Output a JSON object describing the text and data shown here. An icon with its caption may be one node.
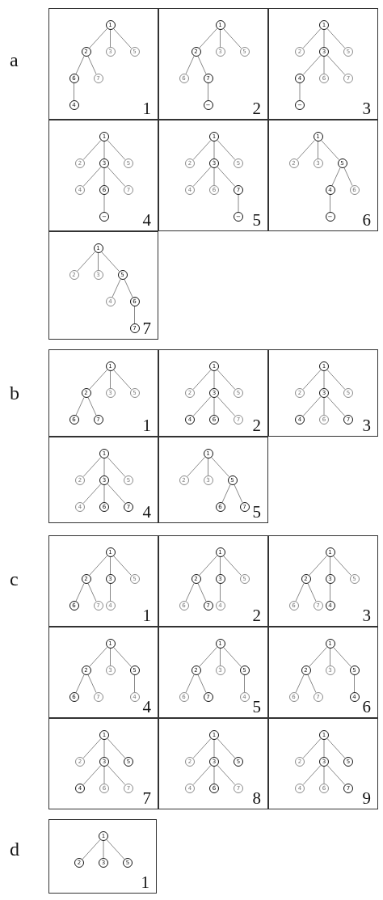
{
  "diagram": {
    "nodes": [
      {
        "text": [
          "1"
        ]
      },
      {
        "text": [
          "1"
        ],
        "in": 0
      },
      {
        "text": [
          "2"
        ],
        "in": 0
      },
      {
        "text": [
          "3"
        ],
        "in": 0
      },
      {
        "text": [
          "5"
        ],
        "in": 0
      },
      {
        "text": [
          "6"
        ],
        "in": 0
      },
      {
        "text": [
          "7"
        ],
        "in": 0
      },
      {
        "text": [
          "4"
        ],
        "in": 0
      },
      {
        "text": [
          "2"
        ]
      },
      {
        "text": [
          "1"
        ],
        "in": 8
      },
      {
        "text": [
          "2"
        ],
        "in": 8
      },
      {
        "text": [
          "3"
        ],
        "in": 8
      },
      {
        "text": [
          "5"
        ],
        "in": 8
      },
      {
        "text": [
          "6"
        ],
        "in": 8
      },
      {
        "text": [
          "7"
        ],
        "in": 8
      },
      {
        "text": [
          "−"
        ],
        "in": 8
      },
      {
        "text": [
          "3"
        ]
      },
      {
        "text": [
          "1"
        ],
        "in": 16
      },
      {
        "text": [
          "2"
        ],
        "in": 16
      },
      {
        "text": [
          "3"
        ],
        "in": 16
      },
      {
        "text": [
          "5"
        ],
        "in": 16
      },
      {
        "text": [
          "4"
        ],
        "in": 16
      },
      {
        "text": [
          "6"
        ],
        "in": 16
      },
      {
        "text": [
          "7"
        ],
        "in": 16
      },
      {
        "text": [
          "−"
        ],
        "in": 16
      },
      {
        "text": [
          "4"
        ]
      },
      {
        "text": [
          "1"
        ],
        "in": 25
      },
      {
        "text": [
          "2"
        ],
        "in": 25
      },
      {
        "text": [
          "3"
        ],
        "in": 25
      },
      {
        "text": [
          "5"
        ],
        "in": 25
      },
      {
        "text": [
          "4"
        ],
        "in": 25
      },
      {
        "text": [
          "6"
        ],
        "in": 25
      },
      {
        "text": [
          "7"
        ],
        "in": 25
      },
      {
        "text": [
          "−"
        ],
        "in": 25
      },
      {
        "text": [
          "5"
        ]
      },
      {
        "text": [
          "1"
        ],
        "in": 34
      },
      {
        "text": [
          "2"
        ],
        "in": 34
      },
      {
        "text": [
          "3"
        ],
        "in": 34
      },
      {
        "text": [
          "5"
        ],
        "in": 34
      },
      {
        "text": [
          "4"
        ],
        "in": 34
      },
      {
        "text": [
          "6"
        ],
        "in": 34
      },
      {
        "text": [
          "7"
        ],
        "in": 34
      },
      {
        "text": [
          "−"
        ],
        "in": 34
      },
      {
        "text": [
          "6"
        ]
      },
      {
        "text": [
          "1"
        ],
        "in": 43
      },
      {
        "text": [
          "2"
        ],
        "in": 43
      },
      {
        "text": [
          "3"
        ],
        "in": 43
      },
      {
        "text": [
          "5"
        ],
        "in": 43
      },
      {
        "text": [
          "4"
        ],
        "in": 43
      },
      {
        "text": [
          "6"
        ],
        "in": 43
      },
      {
        "text": [
          "−"
        ],
        "in": 43
      },
      {
        "text": [
          "7"
        ]
      },
      {
        "text": [
          "1"
        ],
        "in": 51
      },
      {
        "text": [
          "2"
        ],
        "in": 51
      },
      {
        "text": [
          "3"
        ],
        "in": 51
      },
      {
        "text": [
          "5"
        ],
        "in": 51
      },
      {
        "text": [
          "4"
        ],
        "in": 51
      },
      {
        "text": [
          "6"
        ],
        "in": 51
      },
      {
        "text": [
          "7"
        ],
        "in": 51
      },
      {
        "text": [
          "1"
        ]
      },
      {
        "text": [
          "1"
        ],
        "in": 59
      },
      {
        "text": [
          "2"
        ],
        "in": 59
      },
      {
        "text": [
          "3"
        ],
        "in": 59
      },
      {
        "text": [
          "5"
        ],
        "in": 59
      },
      {
        "text": [
          "6"
        ],
        "in": 59
      },
      {
        "text": [
          "7"
        ],
        "in": 59
      },
      {
        "text": [
          "2"
        ]
      },
      {
        "text": [
          "1"
        ],
        "in": 66
      },
      {
        "text": [
          "2"
        ],
        "in": 66
      },
      {
        "text": [
          "3"
        ],
        "in": 66
      },
      {
        "text": [
          "5"
        ],
        "in": 66
      },
      {
        "text": [
          "4"
        ],
        "in": 66
      },
      {
        "text": [
          "6"
        ],
        "in": 66
      },
      {
        "text": [
          "7"
        ],
        "in": 66
      },
      {
        "text": [
          "3"
        ]
      },
      {
        "text": [
          "1"
        ],
        "in": 74
      },
      {
        "text": [
          "2"
        ],
        "in": 74
      },
      {
        "text": [
          "3"
        ],
        "in": 74
      },
      {
        "text": [
          "5"
        ],
        "in": 74
      },
      {
        "text": [
          "4"
        ],
        "in": 74
      },
      {
        "text": [
          "6"
        ],
        "in": 74
      },
      {
        "text": [
          "7"
        ],
        "in": 74
      },
      {
        "text": [
          "4"
        ]
      },
      {
        "text": [
          "1"
        ],
        "in": 82
      },
      {
        "text": [
          "2"
        ],
        "in": 82
      },
      {
        "text": [
          "3"
        ],
        "in": 82
      },
      {
        "text": [
          "5"
        ],
        "in": 82
      },
      {
        "text": [
          "4"
        ],
        "in": 82
      },
      {
        "text": [
          "6"
        ],
        "in": 82
      },
      {
        "text": [
          "7"
        ],
        "in": 82
      },
      {
        "text": [
          "5"
        ]
      },
      {
        "text": [
          "1"
        ],
        "in": 90
      },
      {
        "text": [
          "2"
        ],
        "in": 90
      },
      {
        "text": [
          "3"
        ],
        "in": 90
      },
      {
        "text": [
          "5"
        ],
        "in": 90
      },
      {
        "text": [
          "6"
        ],
        "in": 90
      },
      {
        "text": [
          "7"
        ],
        "in": 90
      },
      {
        "text": [
          "1"
        ]
      },
      {
        "text": [
          "1"
        ],
        "in": 97
      },
      {
        "text": [
          "2"
        ],
        "in": 97
      },
      {
        "text": [
          "3"
        ],
        "in": 97
      },
      {
        "text": [
          "5"
        ],
        "in": 97
      },
      {
        "text": [
          "6"
        ],
        "in": 97
      },
      {
        "text": [
          "7"
        ],
        "in": 97
      },
      {
        "text": [
          "4"
        ],
        "in": 97
      },
      {
        "text": [
          "2"
        ]
      },
      {
        "text": [
          "1"
        ],
        "in": 105
      },
      {
        "text": [
          "2"
        ],
        "in": 105
      },
      {
        "text": [
          "3"
        ],
        "in": 105
      },
      {
        "text": [
          "5"
        ],
        "in": 105
      },
      {
        "text": [
          "6"
        ],
        "in": 105
      },
      {
        "text": [
          "7"
        ],
        "in": 105
      },
      {
        "text": [
          "4"
        ],
        "in": 105
      },
      {
        "text": [
          "3"
        ]
      },
      {
        "text": [
          "1"
        ],
        "in": 113
      },
      {
        "text": [
          "2"
        ],
        "in": 113
      },
      {
        "text": [
          "3"
        ],
        "in": 113
      },
      {
        "text": [
          "5"
        ],
        "in": 113
      },
      {
        "text": [
          "6"
        ],
        "in": 113
      },
      {
        "text": [
          "7"
        ],
        "in": 113
      },
      {
        "text": [
          "4"
        ],
        "in": 113
      },
      {
        "text": [
          "4"
        ]
      },
      {
        "text": [
          "1"
        ],
        "in": 121
      },
      {
        "text": [
          "2"
        ],
        "in": 121
      },
      {
        "text": [
          "3"
        ],
        "in": 121
      },
      {
        "text": [
          "5"
        ],
        "in": 121
      },
      {
        "text": [
          "6"
        ],
        "in": 121
      },
      {
        "text": [
          "7"
        ],
        "in": 121
      },
      {
        "text": [
          "4"
        ],
        "in": 121
      },
      {
        "text": [
          "5"
        ]
      },
      {
        "text": [
          "1"
        ],
        "in": 129
      },
      {
        "text": [
          "2"
        ],
        "in": 129
      },
      {
        "text": [
          "3"
        ],
        "in": 129
      },
      {
        "text": [
          "5"
        ],
        "in": 129
      },
      {
        "text": [
          "6"
        ],
        "in": 129
      },
      {
        "text": [
          "7"
        ],
        "in": 129
      },
      {
        "text": [
          "4"
        ],
        "in": 129
      },
      {
        "text": [
          "6"
        ]
      },
      {
        "text": [
          "1"
        ],
        "in": 137
      },
      {
        "text": [
          "2"
        ],
        "in": 137
      },
      {
        "text": [
          "3"
        ],
        "in": 137
      },
      {
        "text": [
          "5"
        ],
        "in": 137
      },
      {
        "text": [
          "6"
        ],
        "in": 137
      },
      {
        "text": [
          "7"
        ],
        "in": 137
      },
      {
        "text": [
          "4"
        ],
        "in": 137
      },
      {
        "text": [
          "7"
        ]
      },
      {
        "text": [
          "1"
        ],
        "in": 145
      },
      {
        "text": [
          "2"
        ],
        "in": 145
      },
      {
        "text": [
          "3"
        ],
        "in": 145
      },
      {
        "text": [
          "5"
        ],
        "in": 145
      },
      {
        "text": [
          "4"
        ],
        "in": 145
      },
      {
        "text": [
          "6"
        ],
        "in": 145
      },
      {
        "text": [
          "7"
        ],
        "in": 145
      },
      {
        "text": [
          "8"
        ]
      },
      {
        "text": [
          "1"
        ],
        "in": 153
      },
      {
        "text": [
          "2"
        ],
        "in": 153
      },
      {
        "text": [
          "3"
        ],
        "in": 153
      },
      {
        "text": [
          "5"
        ],
        "in": 153
      },
      {
        "text": [
          "4"
        ],
        "in": 153
      },
      {
        "text": [
          "6"
        ],
        "in": 153
      },
      {
        "text": [
          "7"
        ],
        "in": 153
      },
      {
        "text": [
          "9"
        ]
      },
      {
        "text": [
          "1"
        ],
        "in": 161
      },
      {
        "text": [
          "2"
        ],
        "in": 161
      },
      {
        "text": [
          "3"
        ],
        "in": 161
      },
      {
        "text": [
          "5"
        ],
        "in": 161
      },
      {
        "text": [
          "4"
        ],
        "in": 161
      },
      {
        "text": [
          "6"
        ],
        "in": 161
      },
      {
        "text": [
          "7"
        ],
        "in": 161
      },
      {
        "text": [
          "1"
        ]
      },
      {
        "text": [
          "1"
        ],
        "in": 169
      },
      {
        "text": [
          "2"
        ],
        "in": 169
      },
      {
        "text": [
          "3"
        ],
        "in": 169
      },
      {
        "text": [
          "5"
        ],
        "in": 169
      }
    ],
    "edges": [
      {
        "from": 1,
        "to": 2,
        "arrow": "none"
      },
      {
        "from": 1,
        "to": 3,
        "arrow": "none"
      },
      {
        "from": 1,
        "to": 4,
        "arrow": "none"
      },
      {
        "from": 2,
        "to": 5,
        "arrow": "none"
      },
      {
        "from": 2,
        "to": 6,
        "arrow": "none"
      },
      {
        "from": 5,
        "to": 7,
        "arrow": "none"
      },
      {
        "from": 9,
        "to": 10,
        "arrow": "none"
      },
      {
        "from": 9,
        "to": 11,
        "arrow": "none"
      },
      {
        "from": 9,
        "to": 12,
        "arrow": "none"
      },
      {
        "from": 10,
        "to": 13,
        "arrow": "none"
      },
      {
        "from": 10,
        "to": 14,
        "arrow": "none"
      },
      {
        "from": 14,
        "to": 15,
        "arrow": "none"
      },
      {
        "from": 17,
        "to": 18,
        "arrow": "none"
      },
      {
        "from": 17,
        "to": 19,
        "arrow": "none"
      },
      {
        "from": 17,
        "to": 20,
        "arrow": "none"
      },
      {
        "from": 19,
        "to": 21,
        "arrow": "none"
      },
      {
        "from": 19,
        "to": 22,
        "arrow": "none"
      },
      {
        "from": 19,
        "to": 23,
        "arrow": "none"
      },
      {
        "from": 21,
        "to": 24,
        "arrow": "none"
      },
      {
        "from": 26,
        "to": 27,
        "arrow": "none"
      },
      {
        "from": 26,
        "to": 28,
        "arrow": "none"
      },
      {
        "from": 26,
        "to": 29,
        "arrow": "none"
      },
      {
        "from": 28,
        "to": 30,
        "arrow": "none"
      },
      {
        "from": 28,
        "to": 31,
        "arrow": "none"
      },
      {
        "from": 28,
        "to": 32,
        "arrow": "none"
      },
      {
        "from": 31,
        "to": 33,
        "arrow": "none"
      },
      {
        "from": 35,
        "to": 36,
        "arrow": "none"
      },
      {
        "from": 35,
        "to": 37,
        "arrow": "none"
      },
      {
        "from": 35,
        "to": 38,
        "arrow": "none"
      },
      {
        "from": 37,
        "to": 39,
        "arrow": "none"
      },
      {
        "from": 37,
        "to": 40,
        "arrow": "none"
      },
      {
        "from": 37,
        "to": 41,
        "arrow": "none"
      },
      {
        "from": 41,
        "to": 42,
        "arrow": "none"
      },
      {
        "from": 44,
        "to": 45,
        "arrow": "none"
      },
      {
        "from": 44,
        "to": 46,
        "arrow": "none"
      },
      {
        "from": 44,
        "to": 47,
        "arrow": "none"
      },
      {
        "from": 47,
        "to": 48,
        "arrow": "none"
      },
      {
        "from": 47,
        "to": 49,
        "arrow": "none"
      },
      {
        "from": 48,
        "to": 50,
        "arrow": "none"
      },
      {
        "from": 52,
        "to": 53,
        "arrow": "none"
      },
      {
        "from": 52,
        "to": 54,
        "arrow": "none"
      },
      {
        "from": 52,
        "to": 55,
        "arrow": "none"
      },
      {
        "from": 55,
        "to": 56,
        "arrow": "none"
      },
      {
        "from": 55,
        "to": 57,
        "arrow": "none"
      },
      {
        "from": 57,
        "to": 58,
        "arrow": "none"
      },
      {
        "from": 60,
        "to": 61,
        "arrow": "none"
      },
      {
        "from": 60,
        "to": 62,
        "arrow": "none"
      },
      {
        "from": 60,
        "to": 63,
        "arrow": "none"
      },
      {
        "from": 61,
        "to": 64,
        "arrow": "none"
      },
      {
        "from": 61,
        "to": 65,
        "arrow": "none"
      },
      {
        "from": 67,
        "to": 68,
        "arrow": "none"
      },
      {
        "from": 67,
        "to": 69,
        "arrow": "none"
      },
      {
        "from": 67,
        "to": 70,
        "arrow": "none"
      },
      {
        "from": 69,
        "to": 71,
        "arrow": "none"
      },
      {
        "from": 69,
        "to": 72,
        "arrow": "none"
      },
      {
        "from": 69,
        "to": 73,
        "arrow": "none"
      },
      {
        "from": 75,
        "to": 76,
        "arrow": "none"
      },
      {
        "from": 75,
        "to": 77,
        "arrow": "none"
      },
      {
        "from": 75,
        "to": 78,
        "arrow": "none"
      },
      {
        "from": 77,
        "to": 79,
        "arrow": "none"
      },
      {
        "from": 77,
        "to": 80,
        "arrow": "none"
      },
      {
        "from": 77,
        "to": 81,
        "arrow": "none"
      },
      {
        "from": 83,
        "to": 84,
        "arrow": "none"
      },
      {
        "from": 83,
        "to": 85,
        "arrow": "none"
      },
      {
        "from": 83,
        "to": 86,
        "arrow": "none"
      },
      {
        "from": 85,
        "to": 87,
        "arrow": "none"
      },
      {
        "from": 85,
        "to": 88,
        "arrow": "none"
      },
      {
        "from": 85,
        "to": 89,
        "arrow": "none"
      },
      {
        "from": 91,
        "to": 92,
        "arrow": "none"
      },
      {
        "from": 91,
        "to": 93,
        "arrow": "none"
      },
      {
        "from": 91,
        "to": 94,
        "arrow": "none"
      },
      {
        "from": 94,
        "to": 95,
        "arrow": "none"
      },
      {
        "from": 94,
        "to": 96,
        "arrow": "none"
      },
      {
        "from": 98,
        "to": 99,
        "arrow": "none"
      },
      {
        "from": 98,
        "to": 100,
        "arrow": "none"
      },
      {
        "from": 98,
        "to": 101,
        "arrow": "none"
      },
      {
        "from": 99,
        "to": 102,
        "arrow": "none"
      },
      {
        "from": 99,
        "to": 103,
        "arrow": "none"
      },
      {
        "from": 100,
        "to": 104,
        "arrow": "none"
      },
      {
        "from": 106,
        "to": 107,
        "arrow": "none"
      },
      {
        "from": 106,
        "to": 108,
        "arrow": "none"
      },
      {
        "from": 106,
        "to": 109,
        "arrow": "none"
      },
      {
        "from": 107,
        "to": 110,
        "arrow": "none"
      },
      {
        "from": 107,
        "to": 111,
        "arrow": "none"
      },
      {
        "from": 108,
        "to": 112,
        "arrow": "none"
      },
      {
        "from": 114,
        "to": 115,
        "arrow": "none"
      },
      {
        "from": 114,
        "to": 116,
        "arrow": "none"
      },
      {
        "from": 114,
        "to": 117,
        "arrow": "none"
      },
      {
        "from": 115,
        "to": 118,
        "arrow": "none"
      },
      {
        "from": 115,
        "to": 119,
        "arrow": "none"
      },
      {
        "from": 116,
        "to": 120,
        "arrow": "none"
      },
      {
        "from": 122,
        "to": 123,
        "arrow": "none"
      },
      {
        "from": 122,
        "to": 124,
        "arrow": "none"
      },
      {
        "from": 122,
        "to": 125,
        "arrow": "none"
      },
      {
        "from": 123,
        "to": 126,
        "arrow": "none"
      },
      {
        "from": 123,
        "to": 127,
        "arrow": "none"
      },
      {
        "from": 125,
        "to": 128,
        "arrow": "none"
      },
      {
        "from": 130,
        "to": 131,
        "arrow": "none"
      },
      {
        "from": 130,
        "to": 132,
        "arrow": "none"
      },
      {
        "from": 130,
        "to": 133,
        "arrow": "none"
      },
      {
        "from": 131,
        "to": 134,
        "arrow": "none"
      },
      {
        "from": 131,
        "to": 135,
        "arrow": "none"
      },
      {
        "from": 133,
        "to": 136,
        "arrow": "none"
      },
      {
        "from": 138,
        "to": 139,
        "arrow": "none"
      },
      {
        "from": 138,
        "to": 140,
        "arrow": "none"
      },
      {
        "from": 138,
        "to": 141,
        "arrow": "none"
      },
      {
        "from": 139,
        "to": 142,
        "arrow": "none"
      },
      {
        "from": 139,
        "to": 143,
        "arrow": "none"
      },
      {
        "from": 141,
        "to": 144,
        "arrow": "none"
      },
      {
        "from": 146,
        "to": 147,
        "arrow": "none"
      },
      {
        "from": 146,
        "to": 148,
        "arrow": "none"
      },
      {
        "from": 146,
        "to": 149,
        "arrow": "none"
      },
      {
        "from": 148,
        "to": 150,
        "arrow": "none"
      },
      {
        "from": 148,
        "to": 151,
        "arrow": "none"
      },
      {
        "from": 148,
        "to": 152,
        "arrow": "none"
      },
      {
        "from": 154,
        "to": 155,
        "arrow": "none"
      },
      {
        "from": 154,
        "to": 156,
        "arrow": "none"
      },
      {
        "from": 154,
        "to": 157,
        "arrow": "none"
      },
      {
        "from": 156,
        "to": 158,
        "arrow": "none"
      },
      {
        "from": 156,
        "to": 159,
        "arrow": "none"
      },
      {
        "from": 156,
        "to": 160,
        "arrow": "none"
      },
      {
        "from": 162,
        "to": 163,
        "arrow": "none"
      },
      {
        "from": 162,
        "to": 164,
        "arrow": "none"
      },
      {
        "from": 162,
        "to": 165,
        "arrow": "none"
      },
      {
        "from": 164,
        "to": 166,
        "arrow": "none"
      },
      {
        "from": 164,
        "to": 167,
        "arrow": "none"
      },
      {
        "from": 164,
        "to": 168,
        "arrow": "none"
      },
      {
        "from": 170,
        "to": 171,
        "arrow": "none"
      },
      {
        "from": 170,
        "to": 172,
        "arrow": "none"
      },
      {
        "from": 170,
        "to": 173,
        "arrow": "none"
      }
    ],
    "labels": [
      "a",
      "b",
      "c",
      "d"
    ]
  }
}
